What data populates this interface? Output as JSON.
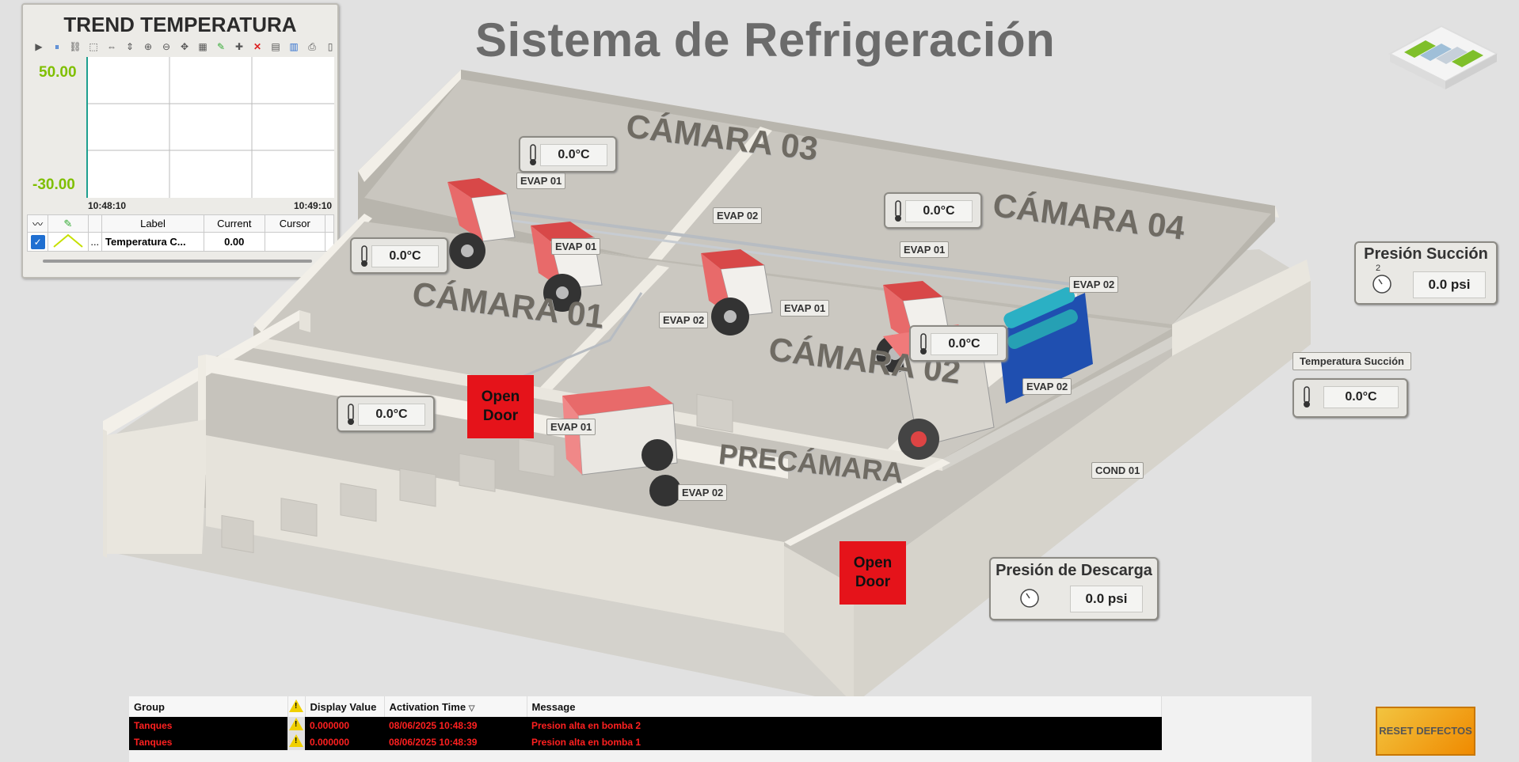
{
  "title": "Sistema de Refrigeración",
  "trend": {
    "title": "TREND TEMPERATURA",
    "y_max": "50.00",
    "y_min": "-30.00",
    "x_start": "10:48:10",
    "x_end": "10:49:10",
    "columns": [
      "Label",
      "Current",
      "Cursor"
    ],
    "row": {
      "label": "Temperatura C...",
      "current": "0.00",
      "cursor": "",
      "more": "..."
    },
    "toolbar_icons": [
      "play-icon",
      "pause-icon",
      "link-icon",
      "zoom-area-icon",
      "zoom-x-icon",
      "zoom-y-icon",
      "zoom-in-icon",
      "zoom-out-icon",
      "pan-icon",
      "table-icon",
      "pen-icon",
      "crosshair-icon",
      "close-icon",
      "ruler-icon",
      "layout-icon",
      "print-icon",
      "export-icon"
    ]
  },
  "rooms": {
    "c03": "CÁMARA 03",
    "c04": "CÁMARA 04",
    "c01": "CÁMARA 01",
    "c02": "CÁMARA 02",
    "pre": "PRECÁMARA"
  },
  "evap_labels": {
    "c03_e1": "EVAP 01",
    "c03_e2": "EVAP 02",
    "c01_e1": "EVAP 01",
    "c01_e2": "EVAP 02",
    "c04_e1": "EVAP 01",
    "c04_e2": "EVAP 02",
    "c02_e1": "EVAP 01",
    "c02_e2": "EVAP 02",
    "pre_e1": "EVAP 01",
    "pre_e2": "EVAP 02",
    "cond": "COND 01"
  },
  "temps": {
    "c03": "0.0°C",
    "c01": "0.0°C",
    "c04": "0.0°C",
    "c02": "0.0°C",
    "pre": "0.0°C",
    "succion": "0.0°C"
  },
  "doors": {
    "door1": "Open Door",
    "door2": "Open Door"
  },
  "presion_succion": {
    "title": "Presión Succión",
    "unit_sup": "2",
    "value": "0.0 psi"
  },
  "presion_descarga": {
    "title": "Presión de Descarga",
    "value": "0.0 psi"
  },
  "temp_succion_label": "Temperatura Succión",
  "alarms": {
    "headers": [
      "Group",
      "",
      "Display Value",
      "Activation Time",
      "Message"
    ],
    "sort_marker": "▽",
    "rows": [
      {
        "group": "Tanques",
        "value": "0.000000",
        "time": "08/06/2025 10:48:39",
        "message": "Presion alta en bomba 2"
      },
      {
        "group": "Tanques",
        "value": "0.000000",
        "time": "08/06/2025 10:48:39",
        "message": "Presion alta en bomba 1"
      }
    ]
  },
  "reset_button": "RESET DEFECTOS",
  "colors": {
    "alarm_text": "#ff2020",
    "door": "#e5131a",
    "axis": "#7fbf00",
    "reset": "#f0a020"
  }
}
